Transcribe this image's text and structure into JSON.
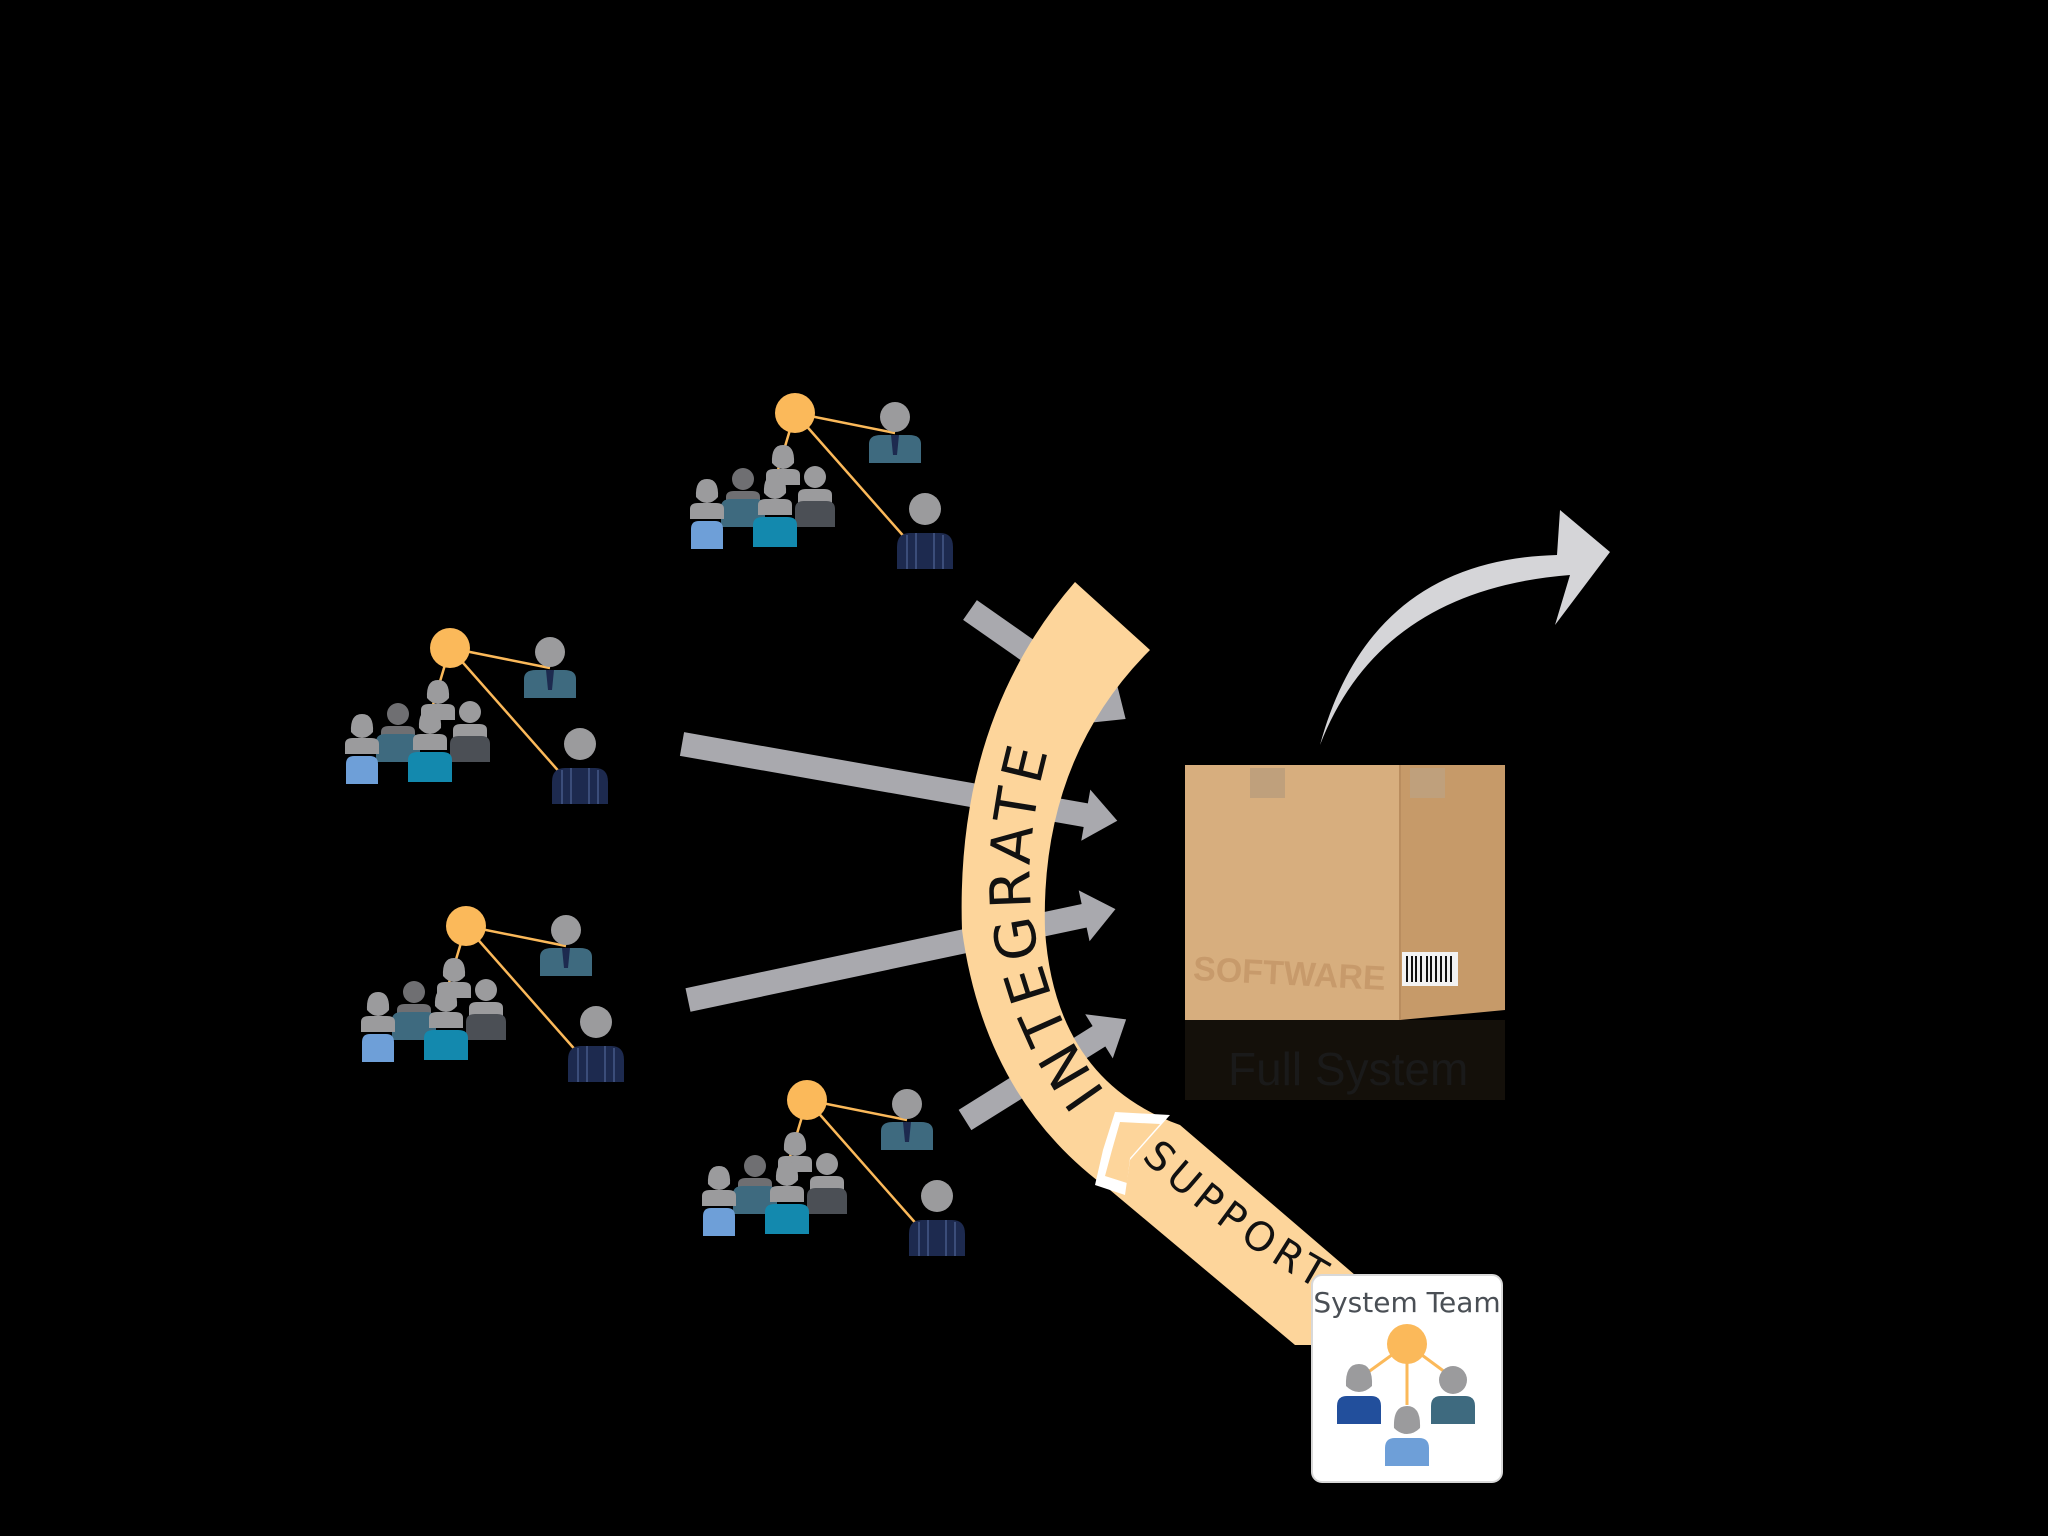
{
  "labels": {
    "integrate": "INTEGRATE",
    "support": "SUPPORT",
    "box_stamp": "SOFTWARE",
    "box_caption": "Full System",
    "system_team": "System Team"
  },
  "teams": [
    {
      "name": "agile-team-top"
    },
    {
      "name": "agile-team-upper-left"
    },
    {
      "name": "agile-team-lower-left"
    },
    {
      "name": "agile-team-bottom"
    }
  ],
  "icons": [
    "team-icon",
    "arrow-icon",
    "package-icon",
    "curved-arrow-icon",
    "system-team-icon"
  ],
  "colors": {
    "background": "#000000",
    "band": "#fdd59b",
    "arrow": "#a9a9ae",
    "node": "#fbb95a",
    "box": "#d7ae7e",
    "person_gray": "#9b9b9d",
    "person_teal": "#3e6a7f",
    "person_cyan": "#1389ae",
    "person_blue": "#6e9fd8",
    "person_navy": "#1d2a4f"
  }
}
